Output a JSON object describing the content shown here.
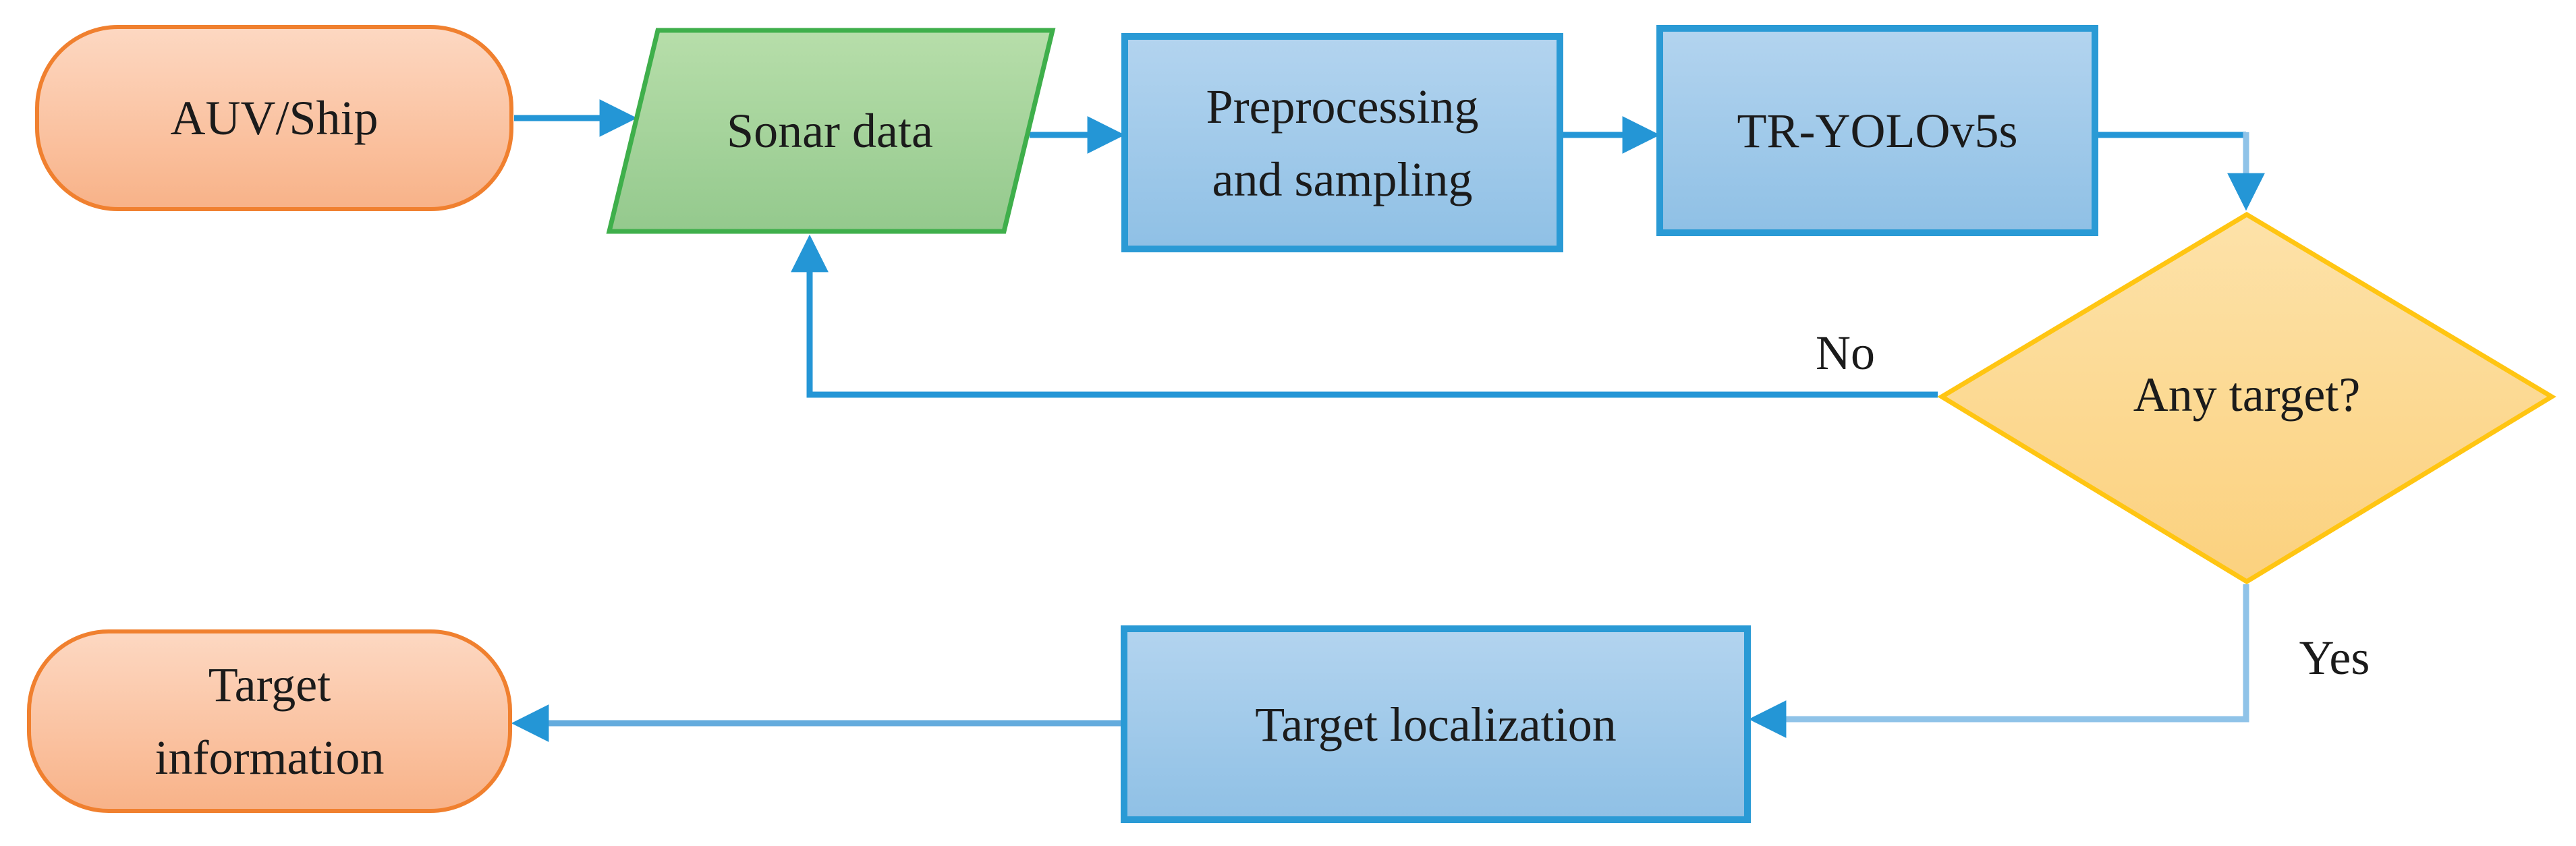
{
  "canvas": {
    "background": "#FFFFFF"
  },
  "nodes": {
    "auv_ship": {
      "label": "AUV/Ship",
      "shape": "terminator",
      "fill_top": "#FDD8C2",
      "fill_bottom": "#F8B288",
      "border": "#F0802F"
    },
    "sonar_data": {
      "label": "Sonar data",
      "shape": "parallelogram",
      "fill_top": "#B7DEAA",
      "fill_bottom": "#94C98D",
      "border": "#3FAF4B"
    },
    "preprocessing": {
      "label_line1": "Preprocessing",
      "label_line2": "and sampling",
      "shape": "process",
      "fill_top": "#B3D4EF",
      "fill_bottom": "#8FC0E5",
      "border": "#2A9AD5"
    },
    "tr_yolov5s": {
      "label": "TR-YOLOv5s",
      "shape": "process",
      "fill_top": "#B3D4EF",
      "fill_bottom": "#8FC0E5",
      "border": "#2A9AD5"
    },
    "any_target": {
      "label": "Any target?",
      "shape": "decision",
      "fill_top": "#FDE2A9",
      "fill_bottom": "#FBD17E",
      "border": "#FFC512"
    },
    "target_localization": {
      "label": "Target localization",
      "shape": "process",
      "fill_top": "#B3D4EF",
      "fill_bottom": "#8FC0E5",
      "border": "#2A9AD5"
    },
    "target_information": {
      "label_line1": "Target",
      "label_line2": "information",
      "shape": "terminator",
      "fill_top": "#FDD8C2",
      "fill_bottom": "#F8B288",
      "border": "#F0802F"
    }
  },
  "edges": {
    "no_label": "No",
    "yes_label": "Yes",
    "arrow_color": "#2496D6",
    "line_color": "#2496D6",
    "mid_line_color": "#64ABDD",
    "light_line_color": "#8FC3E8"
  }
}
